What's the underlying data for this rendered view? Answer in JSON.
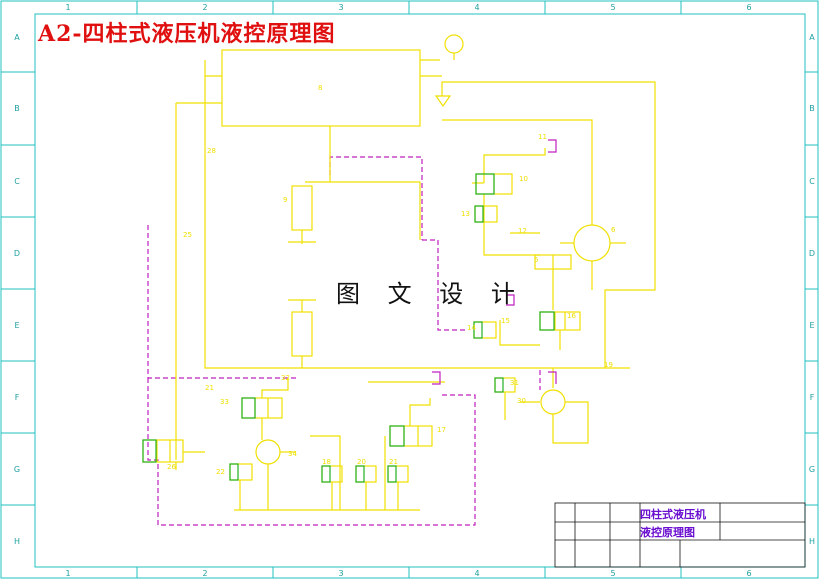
{
  "drawing": {
    "title": "A2-四柱式液压机液控原理图",
    "watermark": "图 文 设 计",
    "title_block": {
      "line1": "四柱式液压机",
      "line2": "液控原理图"
    },
    "grid_columns": [
      "1",
      "2",
      "3",
      "4",
      "5",
      "6"
    ],
    "grid_rows": [
      "A",
      "B",
      "C",
      "D",
      "E",
      "F",
      "G",
      "H"
    ],
    "main_tank_label": "8",
    "component_labels": [
      "28",
      "25",
      "6",
      "11",
      "10",
      "13",
      "12",
      "5",
      "9",
      "15",
      "14",
      "16",
      "19",
      "31",
      "30",
      "33",
      "34",
      "26",
      "17",
      "18",
      "20",
      "21",
      "22",
      "32",
      "21"
    ]
  },
  "colors": {
    "frame": "#20c0c0",
    "circuit": "#f0e000",
    "pilot": "#c020c0",
    "valve": "#20b020",
    "title_red": "#e01010",
    "title_block": "#6a0ed0"
  }
}
